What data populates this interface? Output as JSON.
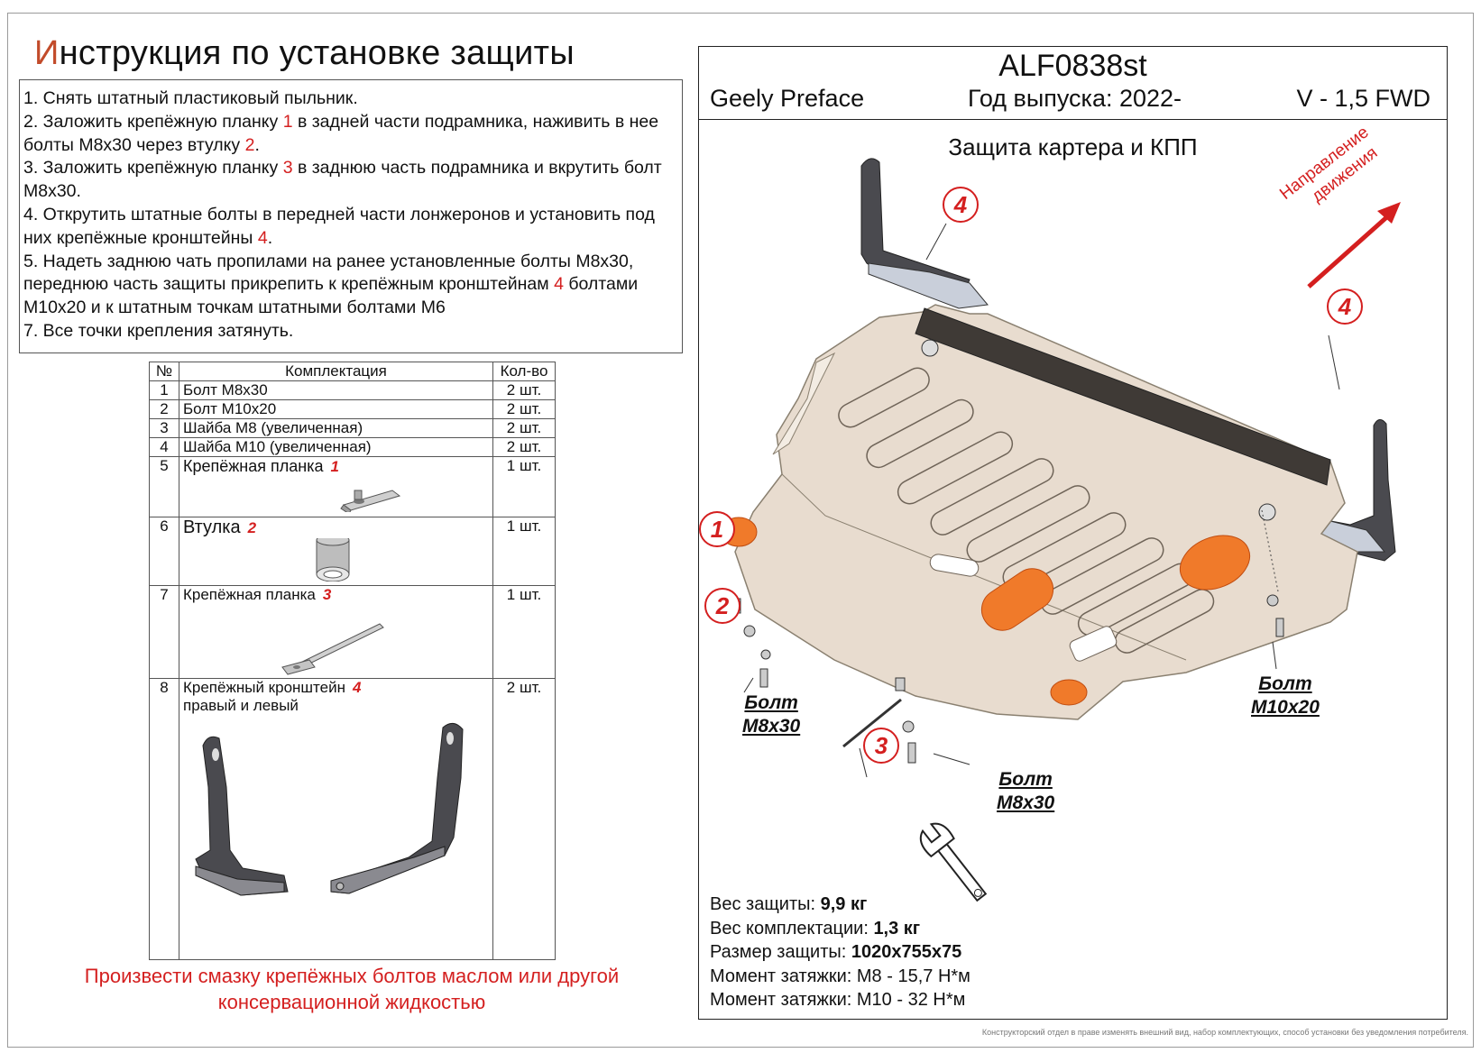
{
  "title": {
    "first_letter": "И",
    "rest": "нструкция по установке защиты"
  },
  "steps": {
    "s1": "1. Снять штатный пластиковый пыльник.",
    "s2a": "2. Заложить крепёжную планку ",
    "s2n": "1",
    "s2b": " в задней части подрамника, наживить в нее болты М8х30 через втулку ",
    "s2n2": "2",
    "s2c": ".",
    "s3a": "3. Заложить крепёжную планку ",
    "s3n": "3",
    "s3b": " в заднюю часть подрамника и вкрутить болт М8х30.",
    "s4a": "4. Открутить штатные болты в передней части лонжеронов и установить под них крепёжные кронштейны ",
    "s4n": "4",
    "s4b": ".",
    "s5a": "5. Надеть заднюю чать пропилами на ранее установленные болты М8х30, переднюю часть защиты прикрепить к крепёжным кронштейнам ",
    "s5n": "4",
    "s5b": " болтами М10х20 и к штатным точкам штатными болтами М6",
    "s7": "7. Все точки крепления затянуть."
  },
  "kit": {
    "headers": {
      "num": "№",
      "name": "Комплектация",
      "qty": "Кол-во"
    },
    "rows": [
      {
        "num": "1",
        "name": "Болт М8х30",
        "qty": "2 шт."
      },
      {
        "num": "2",
        "name": "Болт М10х20",
        "qty": "2 шт."
      },
      {
        "num": "3",
        "name": "Шайба М8 (увеличенная)",
        "qty": "2 шт."
      },
      {
        "num": "4",
        "name": "Шайба М10 (увеличенная)",
        "qty": "2 шт."
      },
      {
        "num": "5",
        "name": "Крепёжная планка",
        "tag": "1",
        "qty": "1 шт."
      },
      {
        "num": "6",
        "name": "Втулка",
        "tag": "2",
        "qty": "1 шт."
      },
      {
        "num": "7",
        "name": "Крепёжная планка",
        "tag": "3",
        "qty": "1 шт."
      },
      {
        "num": "8",
        "name": "Крепёжный кронштейн",
        "name2": "правый и левый",
        "tag": "4",
        "qty": "2 шт."
      }
    ]
  },
  "note": {
    "line1": "Произвести смазку крепёжных болтов маслом или другой",
    "line2": "консервационной жидкостью"
  },
  "header": {
    "code": "ALF0838st",
    "car": "Geely Preface",
    "year": "Год выпуска: 2022-",
    "engine": "V - 1,5 FWD"
  },
  "subtitle": "Защита картера и КПП",
  "direction": {
    "line1": "Направление",
    "line2": "движения"
  },
  "callouts": {
    "c1": "1",
    "c2": "2",
    "c3": "3",
    "c4a": "4",
    "c4b": "4"
  },
  "bolt_labels": {
    "left": {
      "l1": "Болт",
      "l2": "М8х30"
    },
    "right": {
      "l1": "Болт",
      "l2": "М10х20"
    },
    "bottom": {
      "l1": "Болт",
      "l2": "М8х30"
    }
  },
  "specs": {
    "weight_label": "Вес защиты: ",
    "weight": "9,9 кг",
    "kit_weight_label": "Вес комплектации: ",
    "kit_weight": "1,3 кг",
    "size_label": "Размер защиты: ",
    "size": "1020х755х75",
    "torque1": "Момент затяжки:  М8 - 15,7 Н*м",
    "torque2": "Момент затяжки:  М10 - 32 Н*м"
  },
  "disclaimer": "Конструкторский отдел в праве изменять внешний вид, набор комплектующих, способ установки без уведомления потребителя.",
  "colors": {
    "accent_red": "#d41f1f",
    "title_red": "#c24b2a",
    "plate": "#e8dccf",
    "plug_orange": "#f07a2a"
  }
}
